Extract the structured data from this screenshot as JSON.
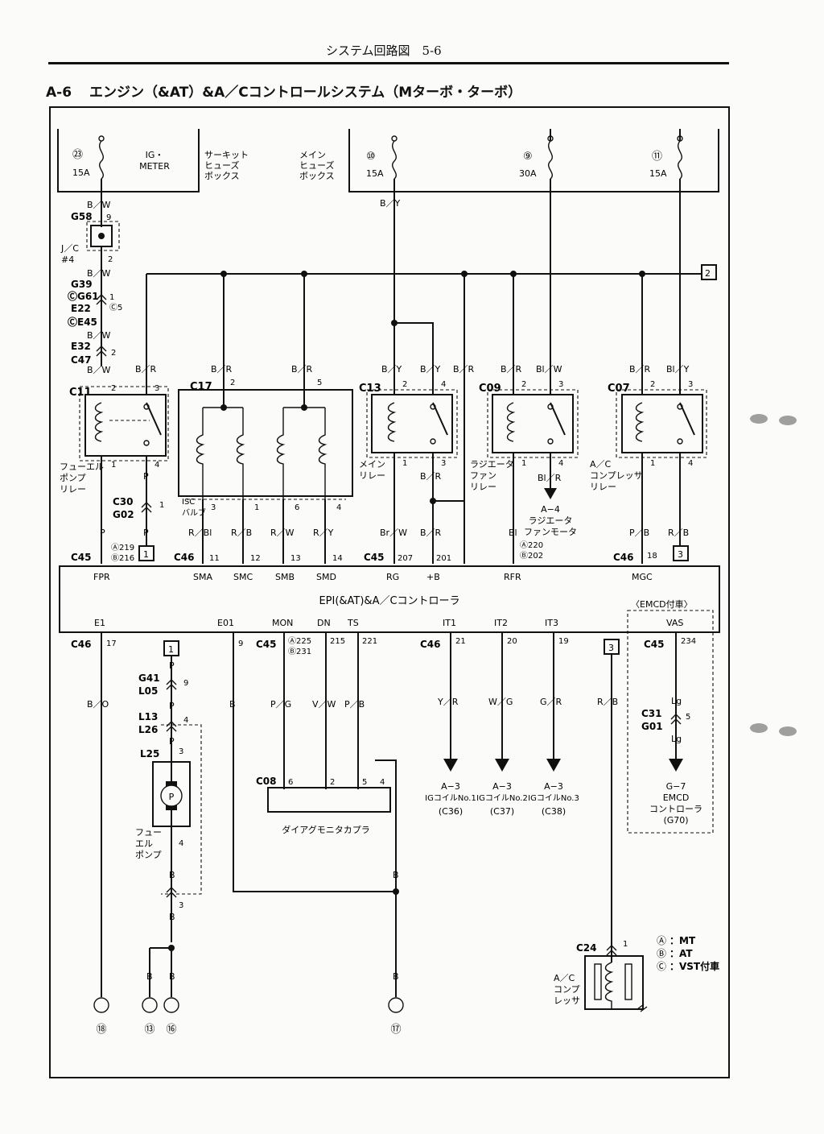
{
  "header": {
    "page_ref": "システム回路図　5-6"
  },
  "title": {
    "number": "A-6",
    "text": "エンジン（&AT）&A／Cコントロールシステム（Mターボ・ターボ）"
  },
  "fuse_boxes": {
    "circuit": {
      "fuse_no": "㉓",
      "amp": "15A",
      "name": "IG・\nMETER",
      "label": "サーキット\nヒューズ\nボックス"
    },
    "main": {
      "label": "メイン\nヒューズ\nボックス",
      "fuses": [
        {
          "no": "⑩",
          "amp": "15A"
        },
        {
          "no": "⑨",
          "amp": "30A"
        },
        {
          "no": "⑪",
          "amp": "15A"
        }
      ]
    }
  },
  "connectors": [
    "G58",
    "J／C",
    "#4",
    "G39",
    "ⒸG61",
    "E22",
    "ⒸE45",
    "E32",
    "C47",
    "C11",
    "C17",
    "C13",
    "C09",
    "C07",
    "C30",
    "G02",
    "C45",
    "C46",
    "G41",
    "L05",
    "L13",
    "L26",
    "L25",
    "C08",
    "C31",
    "G01",
    "C24"
  ],
  "wire_colors": [
    "B／W",
    "B／R",
    "B／Y",
    "Bl／W",
    "Bl／Y",
    "P",
    "R／Bl",
    "R／B",
    "R／W",
    "R／Y",
    "Br／W",
    "Bl",
    "Bl／R",
    "P／B",
    "B／O",
    "B",
    "P／G",
    "V／W",
    "Y／R",
    "W／G",
    "G／R",
    "Lg"
  ],
  "relays": {
    "fuel_pump": "フューエル\nポンプ\nリレー",
    "isc": "ISC\nバルブ",
    "main": "メイン\nリレー",
    "radiator_fan": "ラジエータ\nファン\nリレー",
    "ac_comp": "A／C\nコンプレッサ\nリレー"
  },
  "ref_targets": {
    "fan_motor": "A−4\nラジエータ\nファンモータ",
    "ig1": "A−3\nIGコイルNo.1\n(C36)",
    "ig2": "A−3\nIGコイルNo.2\n(C37)",
    "ig3": "A−3\nIGコイルNo.3\n(C38)",
    "emcd": "G−7\nEMCD\nコントローラ\n(G70)"
  },
  "controller": {
    "name": "EPI(&AT)&A／Cコントローラ",
    "top_pins": [
      "FPR",
      "SMA",
      "SMC",
      "SMB",
      "SMD",
      "RG",
      "+B",
      "RFR",
      "MGC"
    ],
    "bottom_pins": [
      "E1",
      "E01",
      "MON",
      "DN",
      "TS",
      "IT1",
      "IT2",
      "IT3",
      "VAS"
    ],
    "emcd_note": "〈EMCD付車〉"
  },
  "diag_coupler": "ダイアグモニタカプラ",
  "fuel_pump": "フュー\nエル\nポンプ",
  "ac_compressor": "A／C\nコンプ\nレッサ",
  "grounds": [
    "⑱",
    "⑬",
    "⑯",
    "⑰"
  ],
  "link_boxes": [
    "1",
    "2",
    "3"
  ],
  "legend": [
    {
      "key": "Ⓐ",
      "text": "：MT"
    },
    {
      "key": "Ⓑ",
      "text": "：AT"
    },
    {
      "key": "Ⓒ",
      "text": "：VST付車"
    }
  ]
}
